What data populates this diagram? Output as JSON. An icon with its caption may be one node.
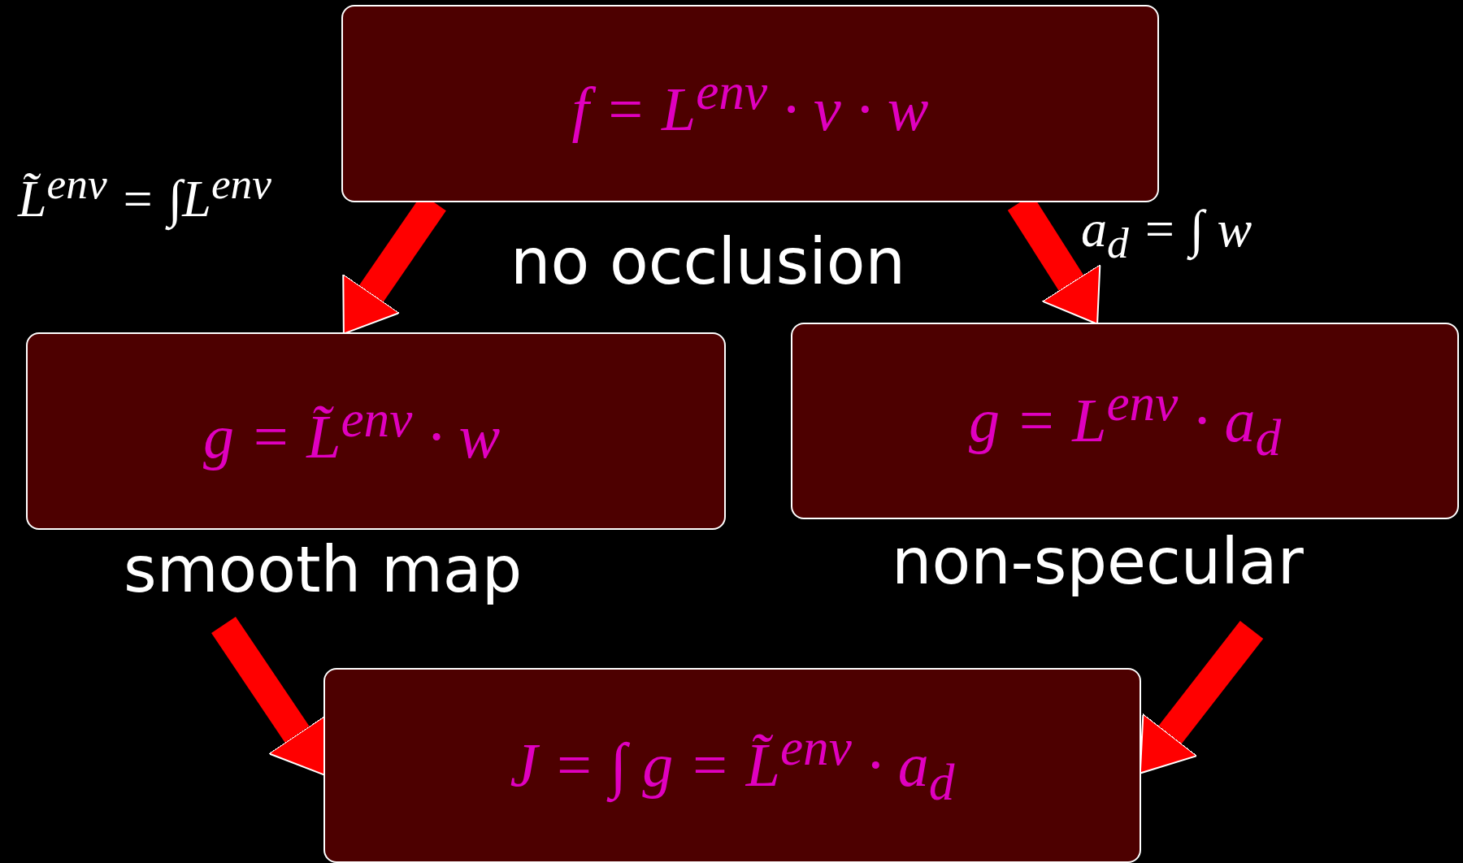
{
  "diagram": {
    "nodes": [
      {
        "text": [
          "f = L$^{env}$ · v · w"
        ]
      },
      {
        "text": [
          "g = L̃$^{env}$ · w"
        ],
        "beside": [
          "smooth map"
        ]
      },
      {
        "text": [
          "g = L$^{env}$ · a$_{d}$"
        ],
        "beside": [
          "non-specular"
        ]
      },
      {
        "text": [
          "J = ∫ g = L̃$^{env}$ · a$_{d}$"
        ]
      }
    ],
    "edges": [
      {
        "from": 0,
        "to": 1,
        "arrow": "to",
        "label": "L̃$^{env}$ = ∫L$^{env}$"
      },
      {
        "from": 0,
        "to": 2,
        "arrow": "to",
        "label": "a$_{d}$ = ∫ w"
      },
      {
        "from": 1,
        "to": 3,
        "arrow": "to"
      },
      {
        "from": 2,
        "to": 3,
        "arrow": "to"
      }
    ],
    "labels": [
      "no occlusion"
    ]
  }
}
